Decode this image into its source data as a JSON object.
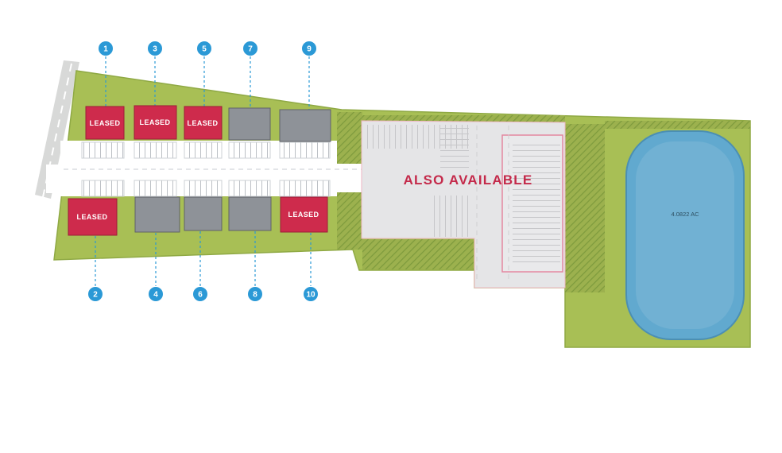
{
  "site": {
    "also_available_label": "ALSO AVAILABLE",
    "pond_label": "4.0822 AC"
  },
  "colors": {
    "leased": "#ce2b4c",
    "available_gray": "#8e9298",
    "badge_blue": "#2b99d6",
    "site_green": "#a8bf55",
    "pond_blue": "#61a9cf",
    "road_gray": "#d8d9d8",
    "available_text_red": "#c4294a"
  },
  "units": [
    {
      "number": "1",
      "status": "leased",
      "label": "LEASED"
    },
    {
      "number": "2",
      "status": "leased",
      "label": "LEASED"
    },
    {
      "number": "3",
      "status": "leased",
      "label": "LEASED"
    },
    {
      "number": "4",
      "status": "available",
      "label": ""
    },
    {
      "number": "5",
      "status": "leased",
      "label": "LEASED"
    },
    {
      "number": "6",
      "status": "available",
      "label": ""
    },
    {
      "number": "7",
      "status": "available",
      "label": ""
    },
    {
      "number": "8",
      "status": "available",
      "label": ""
    },
    {
      "number": "9",
      "status": "available",
      "label": ""
    },
    {
      "number": "10",
      "status": "leased",
      "label": "LEASED"
    }
  ]
}
